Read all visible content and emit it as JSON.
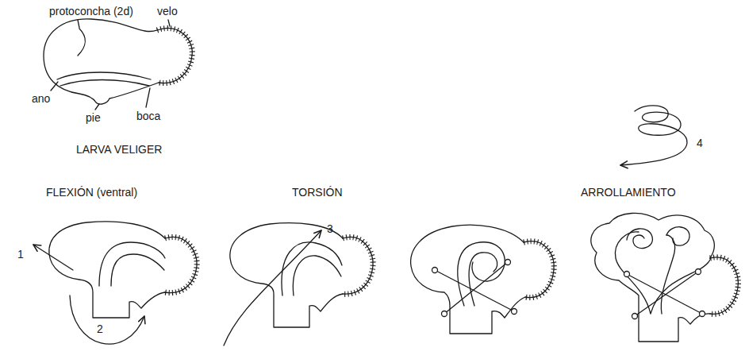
{
  "diagram": {
    "labels": [
      "protoconcha (2d)",
      "velo",
      "ano",
      "pie",
      "boca",
      "LARVA VELIGER",
      "4",
      "FLEXIÓN (ventral)",
      "TORSIÓN",
      "ARROLLAMIENTO",
      "1",
      "2",
      "3"
    ]
  }
}
